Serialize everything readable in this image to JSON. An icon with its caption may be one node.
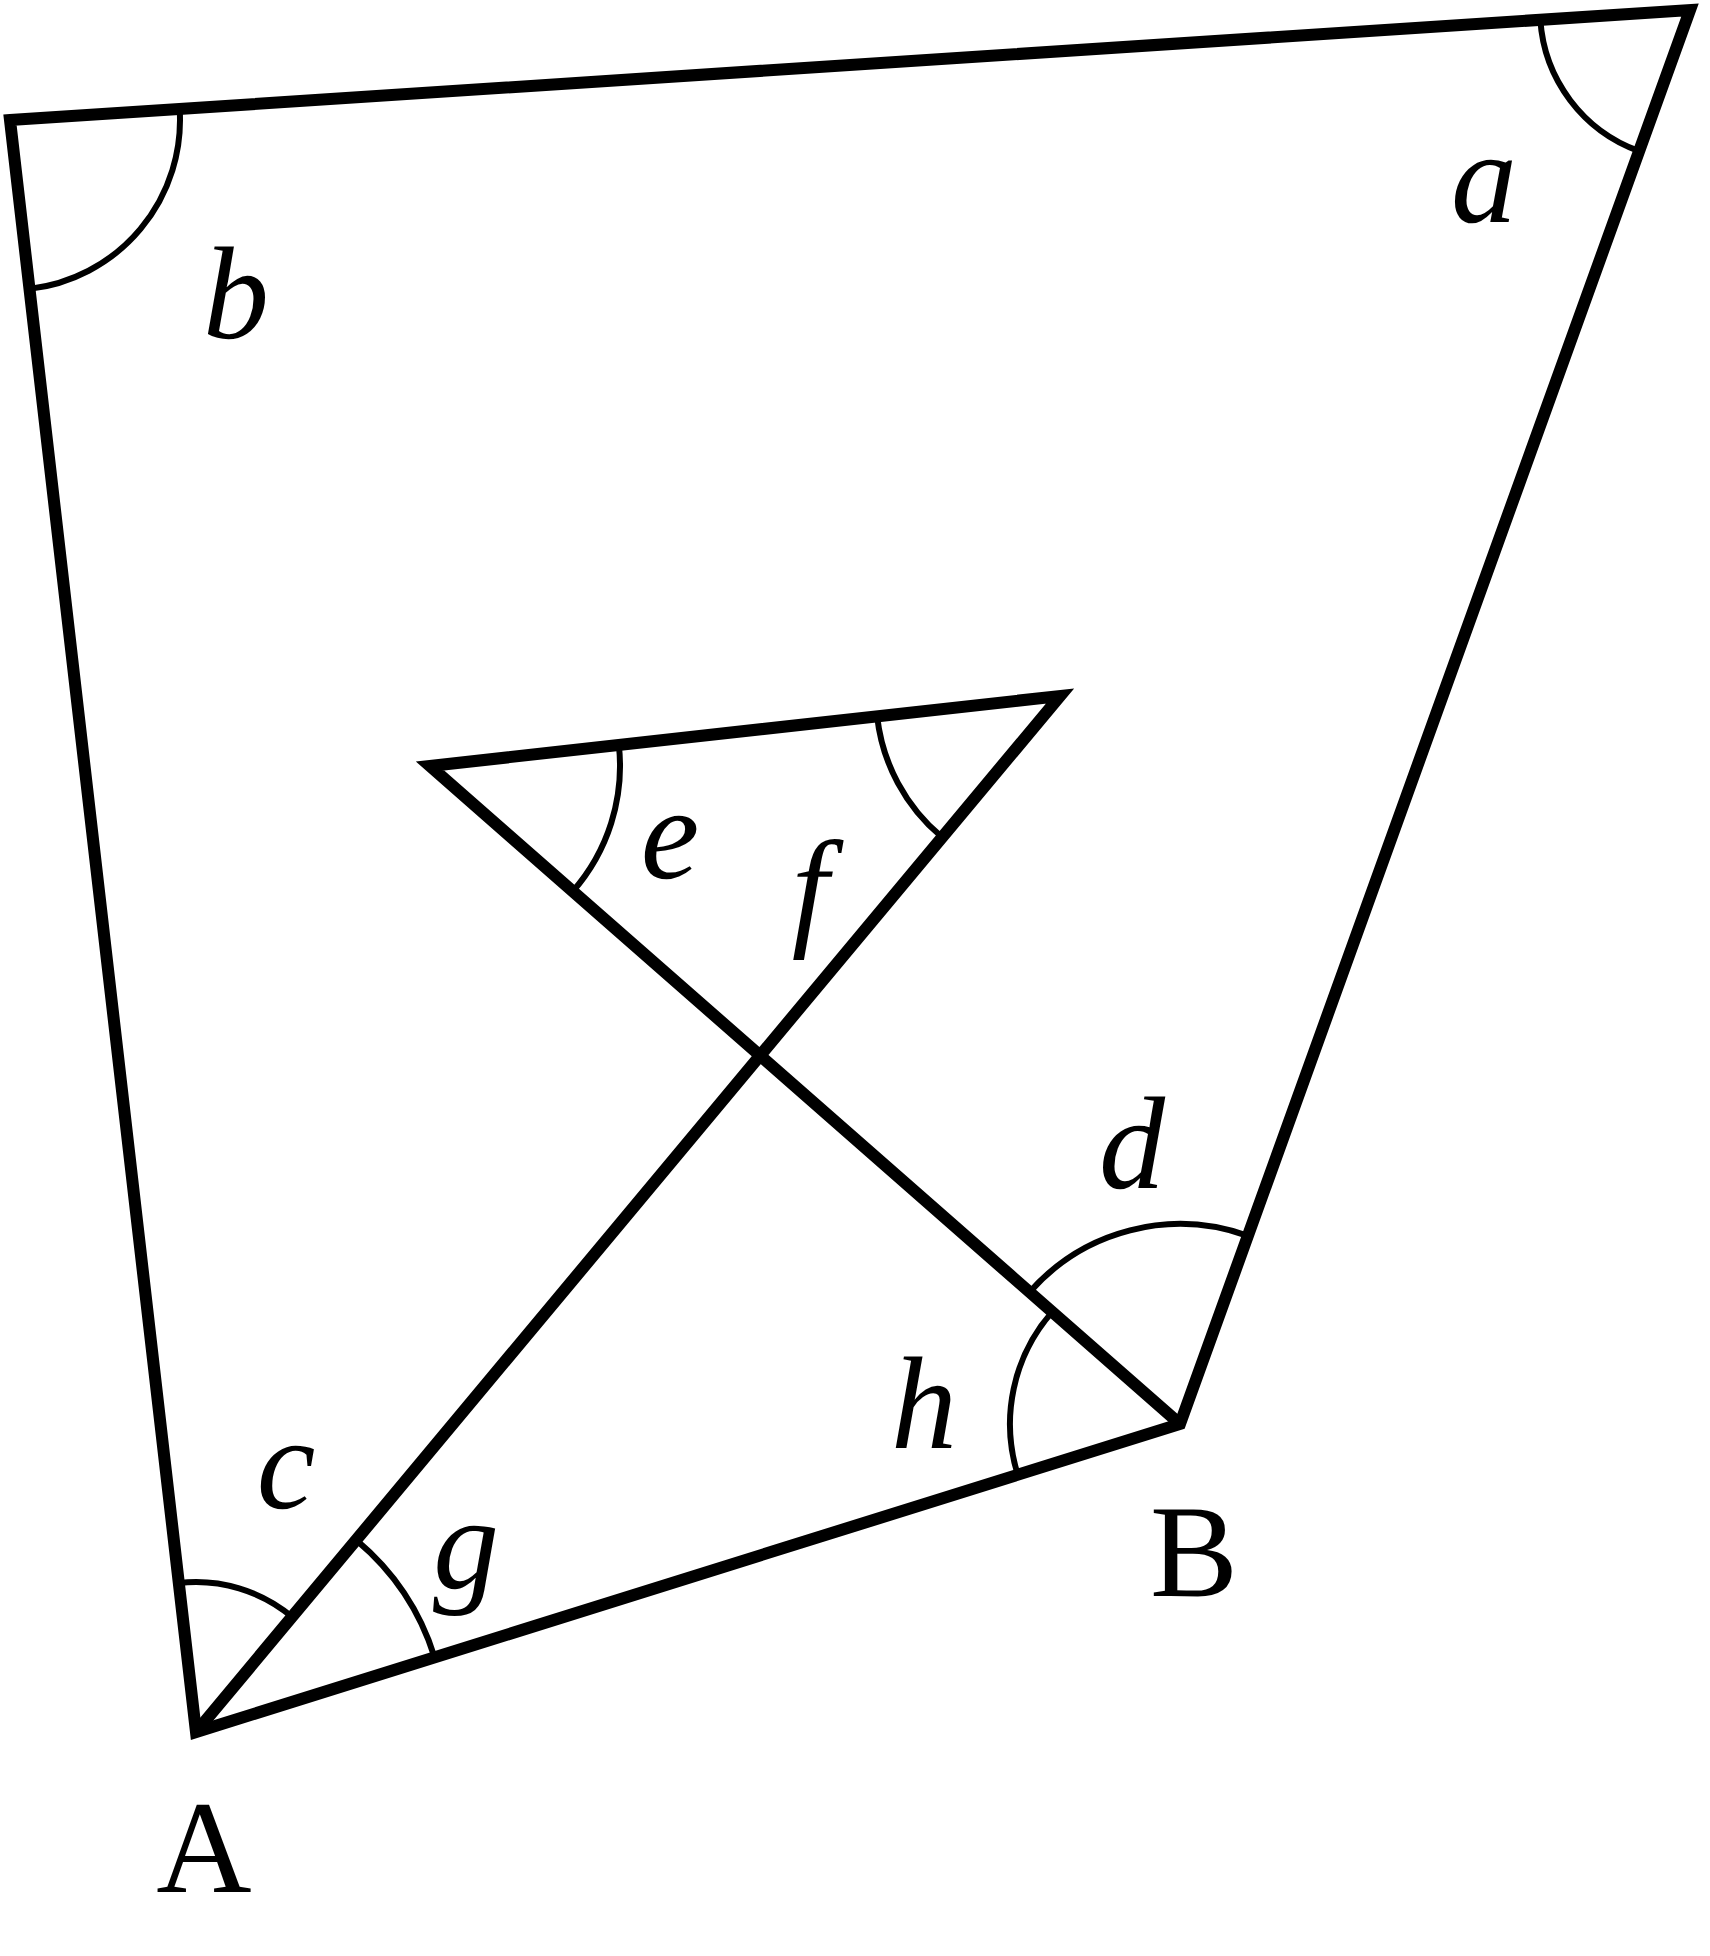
{
  "diagram": {
    "labels": [
      "a",
      "b",
      "e",
      "f",
      "d",
      "h",
      "c",
      "g",
      "B",
      "A"
    ]
  }
}
